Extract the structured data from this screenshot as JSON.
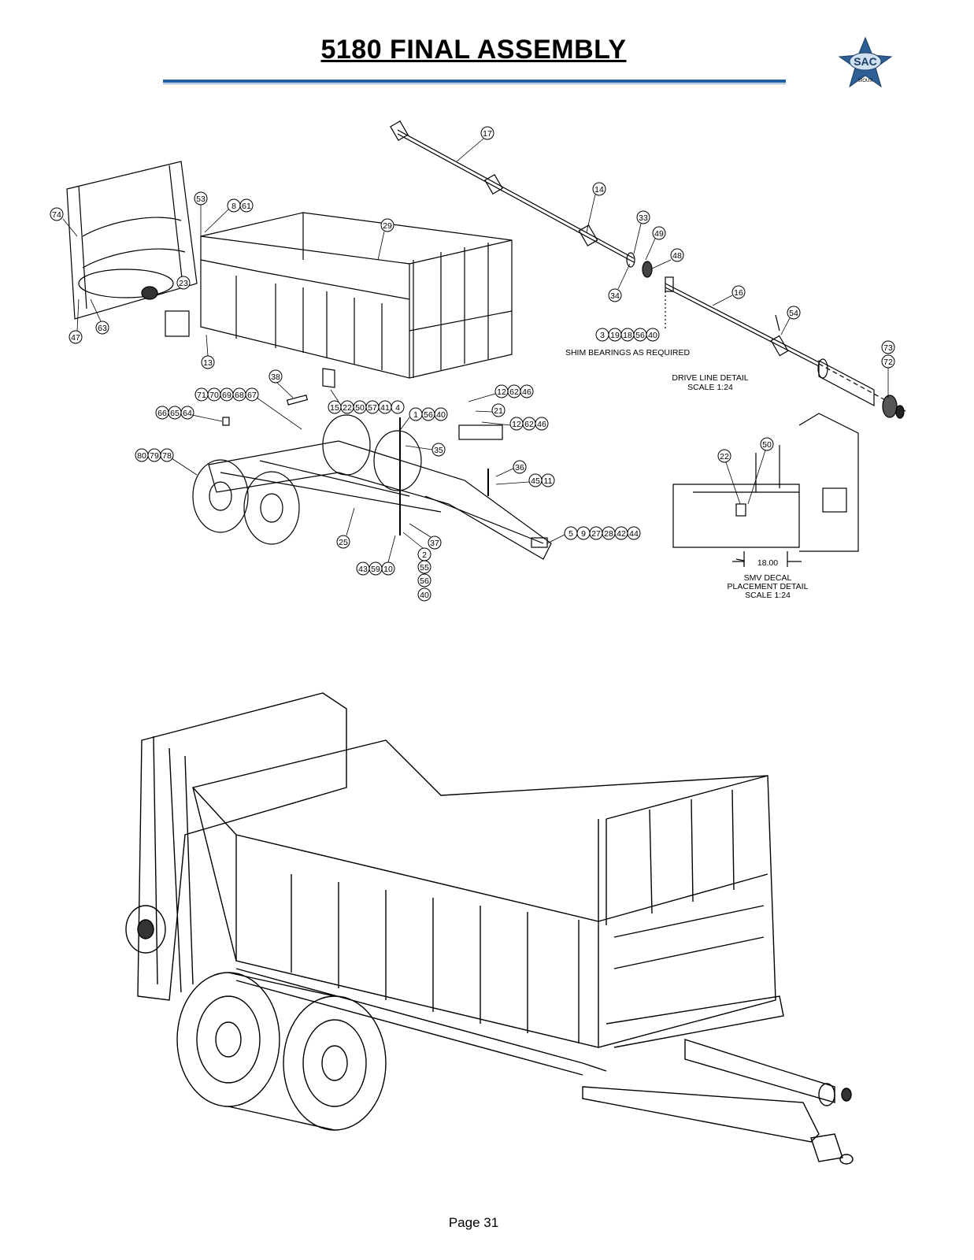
{
  "header": {
    "title": "5180 FINAL ASSEMBLY",
    "logo_text": "SAC",
    "logo_subtext": "SIOUX"
  },
  "notes": {
    "shim": "SHIM BEARINGS AS REQUIRED",
    "drive_line_title": "DRIVE LINE DETAIL",
    "drive_line_scale": "SCALE 1:24",
    "smv_dim": "18.00",
    "smv_line1": "SMV DECAL",
    "smv_line2": "PLACEMENT DETAIL",
    "smv_scale": "SCALE 1:24"
  },
  "balloons": {
    "b17": "17",
    "b14": "14",
    "b33": "33",
    "b49": "49",
    "b48": "48",
    "b34": "34",
    "b16": "16",
    "b54": "54",
    "b73": "73",
    "b72": "72",
    "g3": [
      "3",
      "19",
      "18",
      "56",
      "40"
    ],
    "b74": "74",
    "b53": "53",
    "g8": [
      "8",
      "61"
    ],
    "b29": "29",
    "b23": "23",
    "b47": "47",
    "b63": "63",
    "b13": "13",
    "b38": "38",
    "g71": [
      "71",
      "70",
      "69",
      "68",
      "67"
    ],
    "g66": [
      "66",
      "65",
      "64"
    ],
    "g15": [
      "15",
      "22",
      "50",
      "57",
      "41",
      "4"
    ],
    "g1": [
      "1",
      "56",
      "40"
    ],
    "g12a": [
      "12",
      "62",
      "46"
    ],
    "b21": "21",
    "g12b": [
      "12",
      "62",
      "46"
    ],
    "g80": [
      "80",
      "79",
      "78"
    ],
    "b35": "35",
    "b36": "36",
    "g45": [
      "45",
      "11"
    ],
    "b25": "25",
    "b37": "37",
    "g5": [
      "5",
      "9",
      "27",
      "28",
      "42",
      "44"
    ],
    "g43": [
      "43",
      "59",
      "10"
    ],
    "s2": [
      "2",
      "55",
      "56",
      "40"
    ],
    "b22": "22",
    "b50": "50"
  },
  "footer": {
    "page": "Page 31"
  }
}
